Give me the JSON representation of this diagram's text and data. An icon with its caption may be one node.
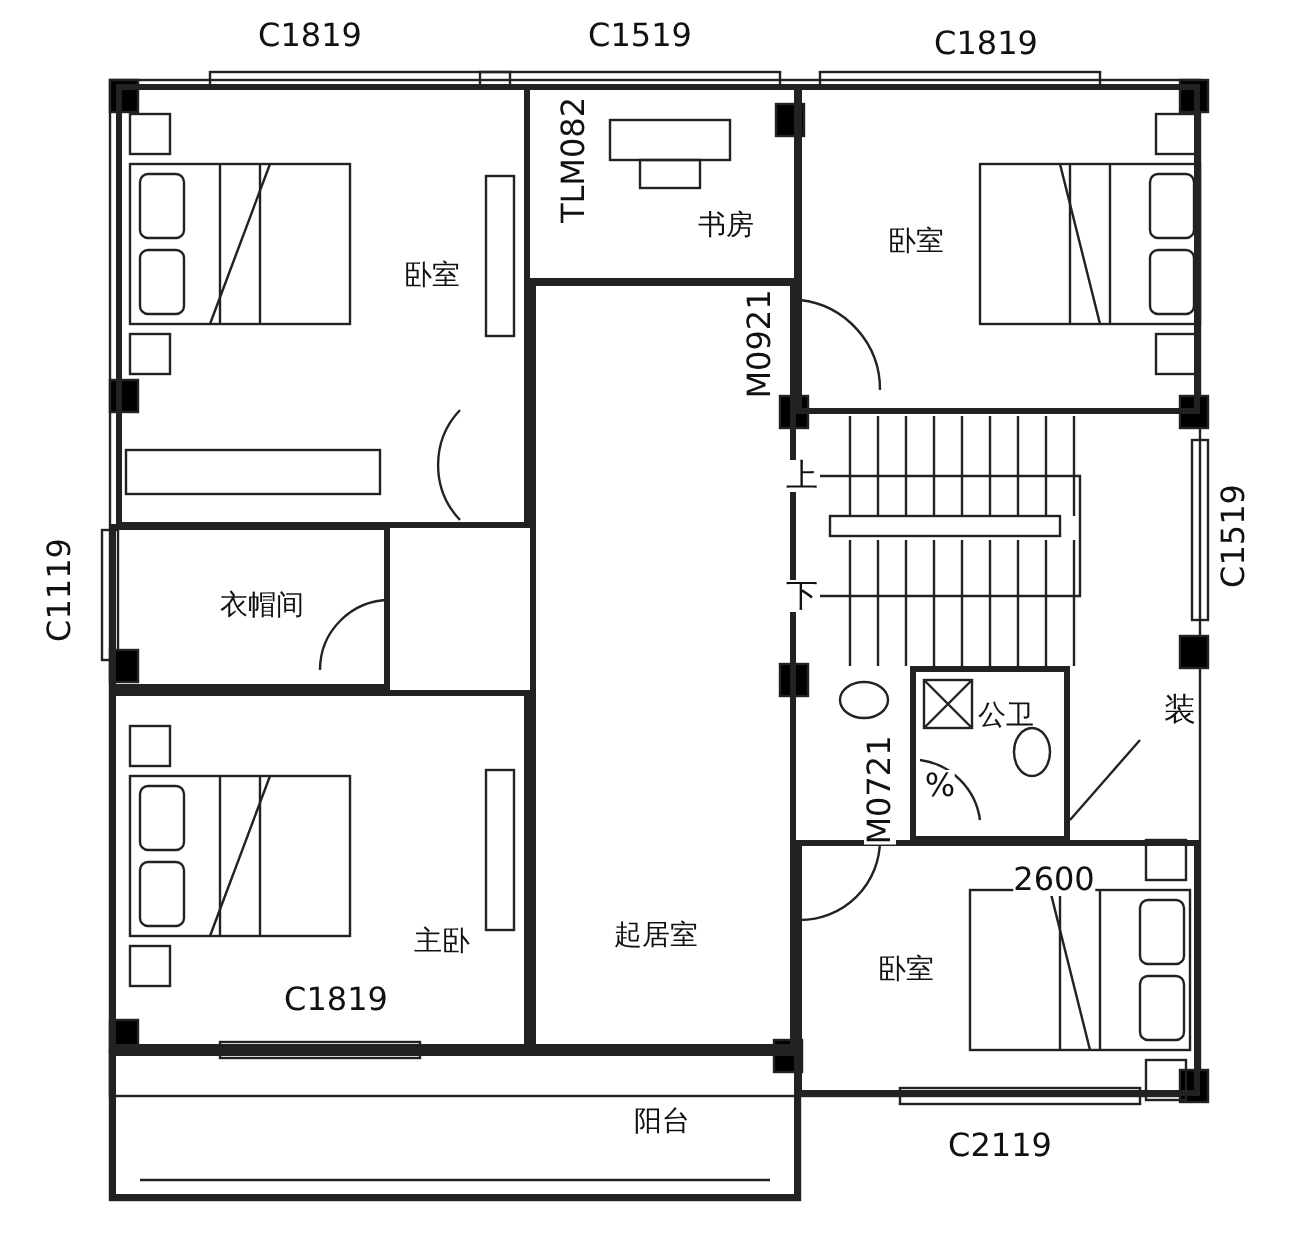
{
  "diagram": {
    "nodes": [
      {
        "text": [
          "卧室"
        ]
      },
      {
        "text": [
          "书房"
        ]
      },
      {
        "text": [
          "卧室"
        ]
      },
      {
        "text": [
          "衣帽间"
        ]
      },
      {
        "text": [
          "公卫"
        ]
      },
      {
        "text": [
          "主卧"
        ]
      },
      {
        "text": [
          "起居室"
        ]
      },
      {
        "text": [
          "卧室"
        ]
      },
      {
        "text": [
          "阳台"
        ]
      }
    ],
    "edges": [],
    "labels": [
      "C1819",
      "C1519",
      "C1819",
      "TLM082",
      "M0921",
      "上",
      "C1519",
      "下",
      "C1119",
      "装",
      "M0721",
      "%",
      "2600",
      "C1819",
      "C2119"
    ]
  }
}
